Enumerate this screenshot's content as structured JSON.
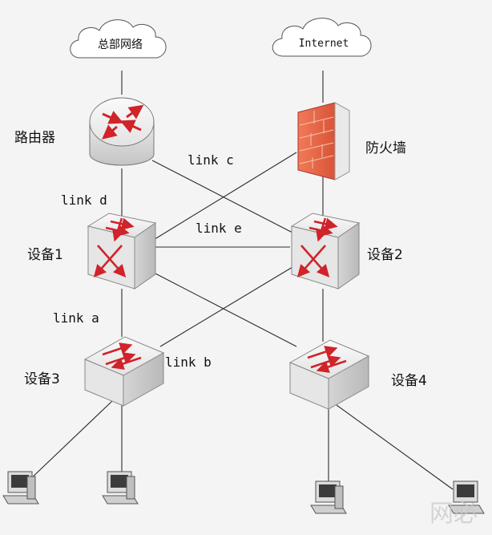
{
  "clouds": {
    "hq": "总部网络",
    "internet": "Internet"
  },
  "devices": {
    "router": "路由器",
    "firewall": "防火墙",
    "dev1": "设备1",
    "dev2": "设备2",
    "dev3": "设备3",
    "dev4": "设备4"
  },
  "links": {
    "a": "link a",
    "b": "link b",
    "c": "link c",
    "d": "link d",
    "e": "link e"
  },
  "watermark": "网必",
  "colors": {
    "accent_red": "#d0232a",
    "device_body": "#e6e6e6",
    "line": "#2b2b2b",
    "firewall": "#e1573b"
  },
  "icons": {
    "router": "router-icon",
    "firewall": "brick-firewall-icon",
    "core_switch": "layer3-switch-icon",
    "access_switch": "layer2-switch-icon",
    "pc": "pc-workstation-icon",
    "cloud": "cloud-icon"
  }
}
